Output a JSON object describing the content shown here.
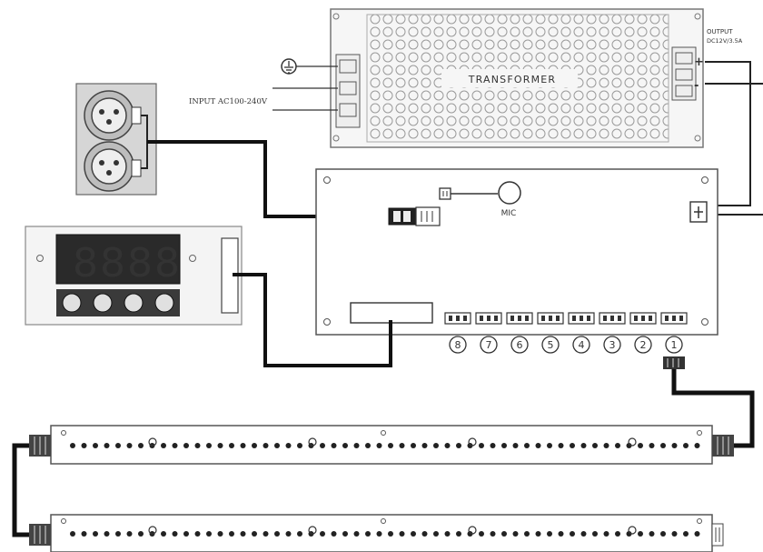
{
  "transformer": {
    "label": "TRANSFORMER"
  },
  "input": {
    "label": "INPUT AC100-240V"
  },
  "output": {
    "line1": "OUTPUT",
    "line2": "DC12V/3.5A",
    "plus": "+",
    "minus": "-"
  },
  "mic": {
    "label": "MIC"
  },
  "channels": [
    "8",
    "7",
    "6",
    "5",
    "4",
    "3",
    "2",
    "1"
  ],
  "display": {
    "digits": [
      "8",
      "8",
      "8",
      "8"
    ]
  }
}
